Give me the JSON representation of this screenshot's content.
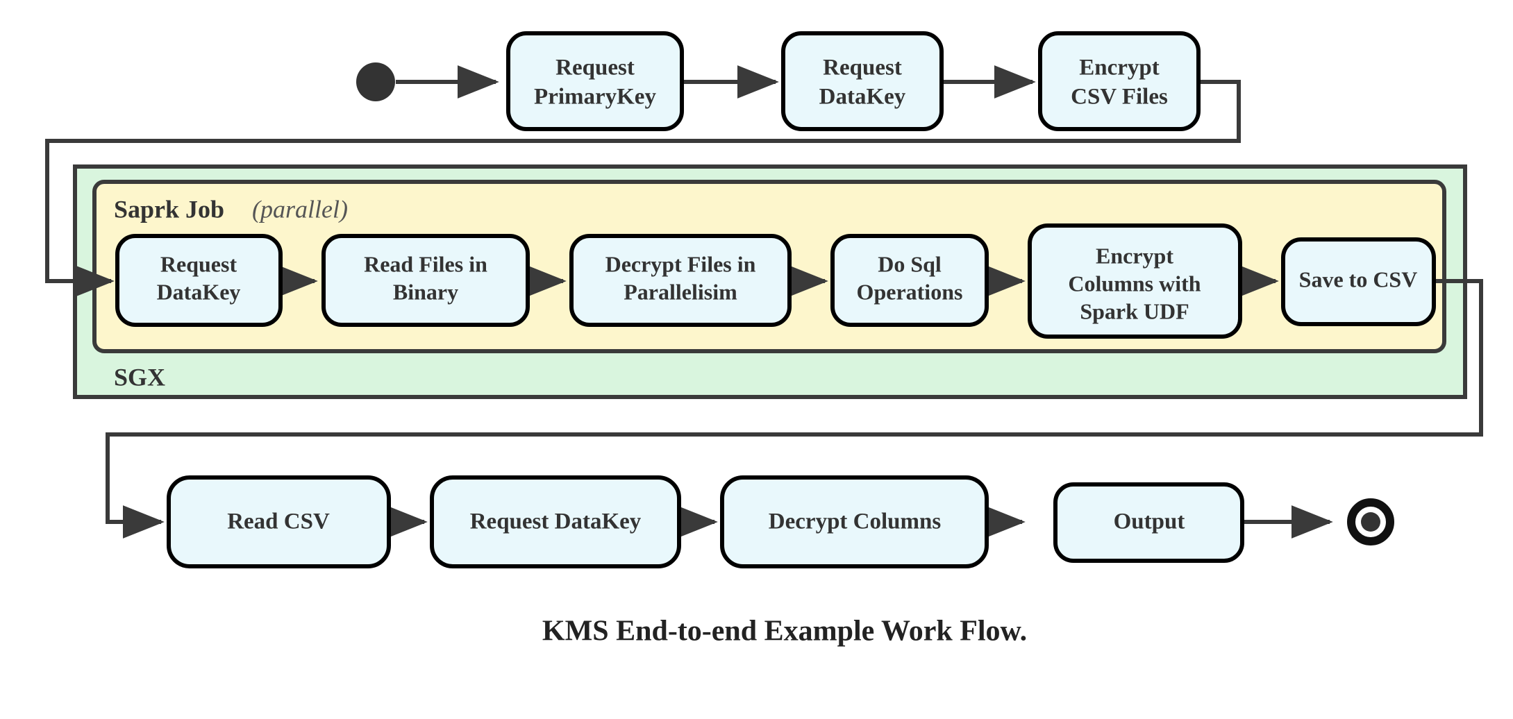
{
  "figure": {
    "caption": "KMS End-to-end Example Work Flow.",
    "type": "activity-flowchart"
  },
  "colors": {
    "node_fill": "#e9f8fc",
    "node_stroke": "#000000",
    "edge": "#3a3a3a",
    "sgx_container_fill": "#d9f5de",
    "spark_container_fill": "#fdf6cc",
    "text": "#333333",
    "start_node": "#333333"
  },
  "markers": {
    "start": "start-state-circle",
    "end": "end-state-donut"
  },
  "containers": {
    "sgx": {
      "label": "SGX",
      "label_position": "bottom-left"
    },
    "spark": {
      "label": "Saprk Job",
      "qualifier": "(parallel)",
      "label_position": "top-left"
    }
  },
  "rows": {
    "top": {
      "name": "top-row",
      "nodes": [
        {
          "id": "request-primarykey",
          "lines": [
            "Request",
            "PrimaryKey"
          ]
        },
        {
          "id": "request-datakey-top",
          "lines": [
            "Request",
            "DataKey"
          ]
        },
        {
          "id": "encrypt-csv-files",
          "lines": [
            "Encrypt",
            "CSV Files"
          ]
        }
      ]
    },
    "spark": {
      "name": "spark-row",
      "nodes": [
        {
          "id": "request-datakey-spark",
          "lines": [
            "Request",
            "DataKey"
          ]
        },
        {
          "id": "read-files-in-binary",
          "lines": [
            "Read Files in",
            "Binary"
          ]
        },
        {
          "id": "decrypt-files-in-parallelisim",
          "lines": [
            "Decrypt Files in",
            "Parallelisim"
          ]
        },
        {
          "id": "do-sql-operations",
          "lines": [
            "Do Sql",
            "Operations"
          ]
        },
        {
          "id": "encrypt-columns-with-spark-udf",
          "lines": [
            "Encrypt",
            "Columns with",
            "Spark UDF"
          ]
        },
        {
          "id": "save-to-csv",
          "lines": [
            "Save to CSV"
          ]
        }
      ]
    },
    "bottom": {
      "name": "bottom-row",
      "nodes": [
        {
          "id": "read-csv",
          "lines": [
            "Read CSV"
          ]
        },
        {
          "id": "request-datakey-bottom",
          "lines": [
            "Request DataKey"
          ]
        },
        {
          "id": "decrypt-columns",
          "lines": [
            "Decrypt Columns"
          ]
        },
        {
          "id": "output",
          "lines": [
            "Output"
          ]
        }
      ]
    }
  },
  "flow_sequence": [
    "start",
    "Request PrimaryKey",
    "Request DataKey",
    "Encrypt CSV Files",
    "Request DataKey",
    "Read Files in Binary",
    "Decrypt Files in Parallelisim",
    "Do Sql Operations",
    "Encrypt Columns with Spark UDF",
    "Save to CSV",
    "Read CSV",
    "Request DataKey",
    "Decrypt Columns",
    "Output",
    "end"
  ]
}
